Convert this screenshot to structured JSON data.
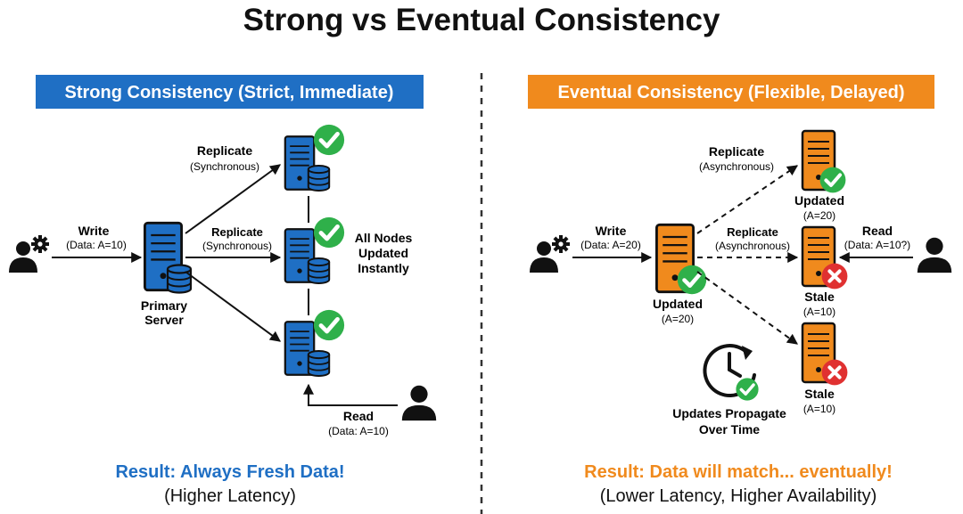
{
  "title": "Strong vs Eventual Consistency",
  "colors": {
    "strong": "#1f6fc4",
    "eventual": "#f08a1d",
    "check": "#2fb04a",
    "cross": "#e03131",
    "text": "#111111"
  },
  "strong": {
    "header": "Strong Consistency (Strict, Immediate)",
    "write": {
      "label": "Write",
      "detail": "(Data: A=10)"
    },
    "primary": {
      "line1": "Primary",
      "line2": "Server"
    },
    "replicate_top": {
      "label": "Replicate",
      "detail": "(Synchronous)"
    },
    "replicate_mid": {
      "label": "Replicate",
      "detail": "(Synchronous)"
    },
    "note": {
      "line1": "All Nodes",
      "line2": "Updated",
      "line3": "Instantly"
    },
    "read": {
      "label": "Read",
      "detail": "(Data: A=10)"
    },
    "result": "Result: Always Fresh Data!",
    "sub": "(Higher Latency)"
  },
  "eventual": {
    "header": "Eventual Consistency (Flexible, Delayed)",
    "write": {
      "label": "Write",
      "detail": "(Data: A=20)"
    },
    "primary": {
      "label": "Updated",
      "detail": "(A=20)"
    },
    "replicate_top": {
      "label": "Replicate",
      "detail": "(Asynchronous)"
    },
    "replicate_mid": {
      "label": "Replicate",
      "detail": "(Asynchronous)"
    },
    "replica_top": {
      "label": "Updated",
      "detail": "(A=20)"
    },
    "replica_mid": {
      "label": "Stale",
      "detail": "(A=10)"
    },
    "replica_bot": {
      "label": "Stale",
      "detail": "(A=10)"
    },
    "read": {
      "label": "Read",
      "detail": "(Data: A=10?)"
    },
    "clock": {
      "line1": "Updates Propagate",
      "line2": "Over Time"
    },
    "result": "Result: Data will match... eventually!",
    "sub": "(Lower Latency, Higher Availability)"
  }
}
